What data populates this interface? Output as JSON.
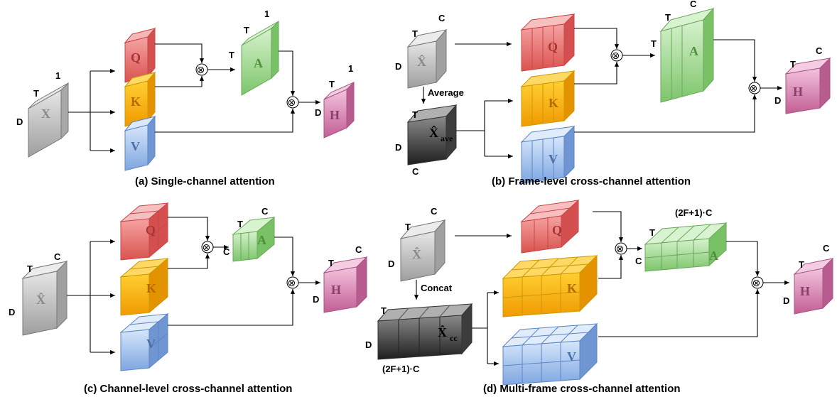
{
  "captions": {
    "a": "(a) Single-channel attention",
    "b": "(b) Frame-level cross-channel attention",
    "c": "(c) Channel-level cross-channel attention",
    "d": "(d) Multi-frame cross-channel attention"
  },
  "dims": {
    "T": "T",
    "D": "D",
    "C": "C",
    "one": "1",
    "concat_c": "(2F+1)·C"
  },
  "symbols": {
    "X": "X",
    "Xhat": "X̂",
    "Q": "Q",
    "K": "K",
    "V": "V",
    "A": "A",
    "H": "H",
    "ave": "ave",
    "cc": "cc"
  },
  "ops": {
    "average": "Average",
    "concat": "Concat",
    "mult": "⊗"
  },
  "colors": {
    "query": "#e06666",
    "key": "#f1a200",
    "value": "#7ea6e0",
    "attention": "#8fd47c",
    "output": "#cd6f9f",
    "input": "#bdbdbd",
    "pooled": "#666666"
  }
}
